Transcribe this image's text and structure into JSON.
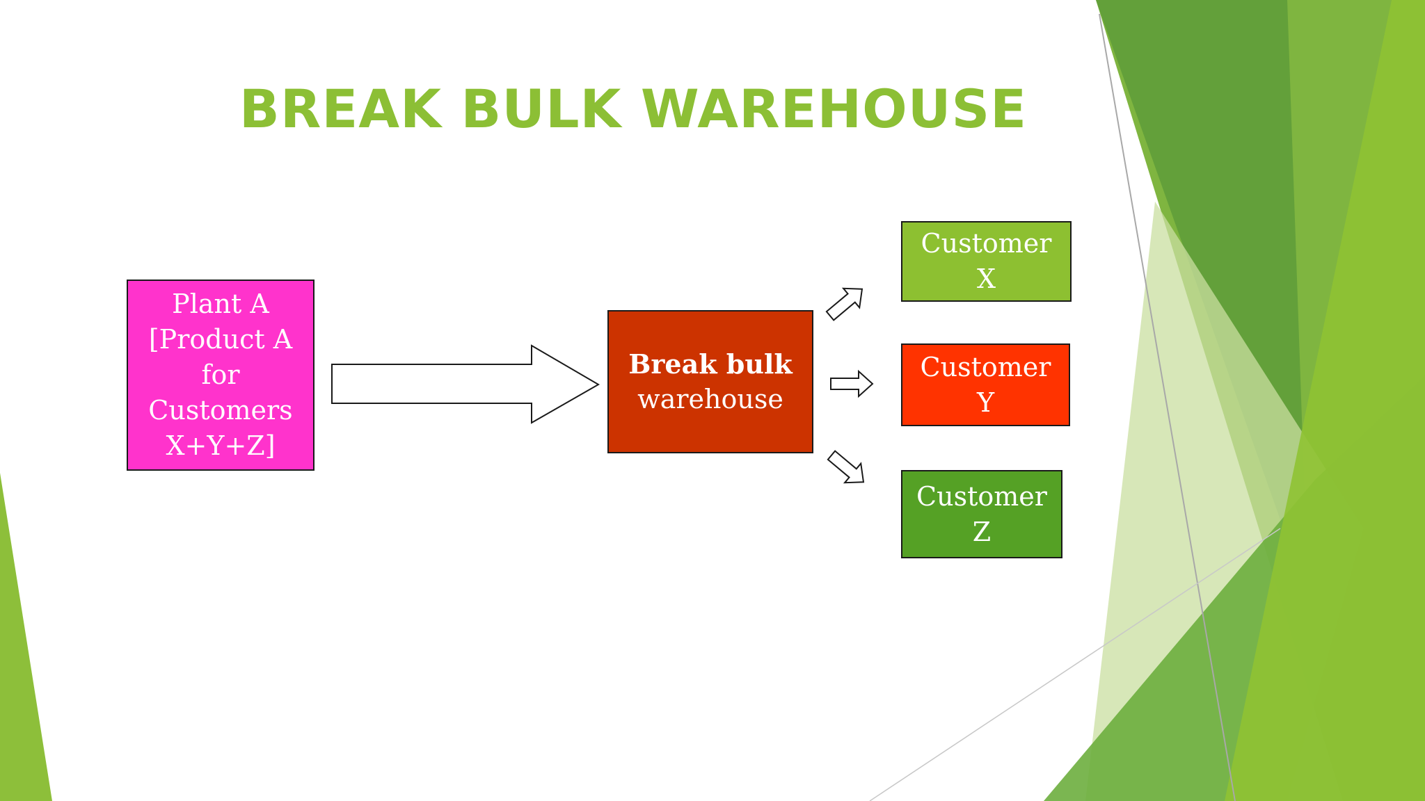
{
  "title": "BREAK BULK WAREHOUSE",
  "colors": {
    "title": "#8CBF35",
    "plant": "#FF33CC",
    "warehouse": "#CC3300",
    "customer_x": "#8DC031",
    "customer_y": "#FF3300",
    "customer_z": "#55A125",
    "decor_dark": "#5E9C3A",
    "decor_mid": "#7FB540",
    "decor_light": "#C9DFA0"
  },
  "plant": {
    "lines": [
      "Plant A",
      "[Product A",
      "for",
      "Customers",
      "X+Y+Z]"
    ]
  },
  "warehouse": {
    "line1": "Break bulk",
    "line2": "warehouse"
  },
  "customers": [
    {
      "line1": "Customer",
      "line2": "X"
    },
    {
      "line1": "Customer",
      "line2": "Y"
    },
    {
      "line1": "Customer",
      "line2": "Z"
    }
  ]
}
